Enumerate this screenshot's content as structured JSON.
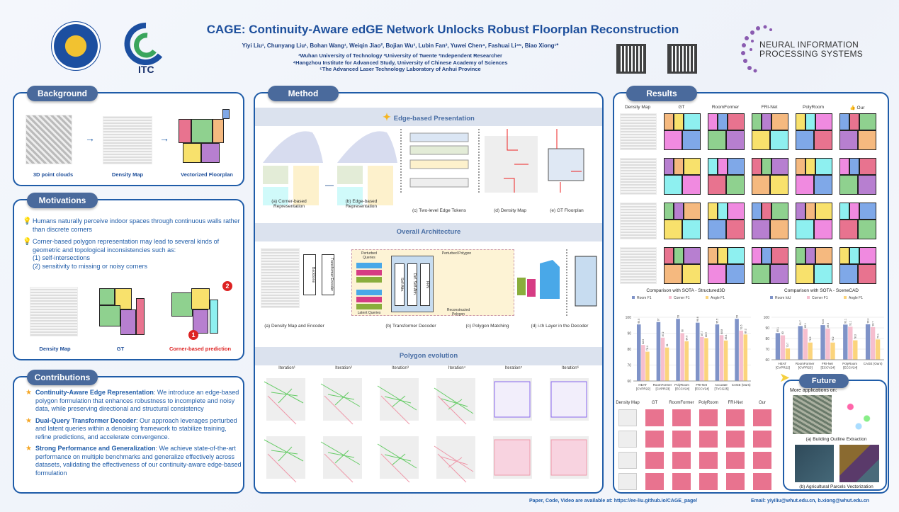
{
  "header": {
    "title": "CAGE: Continuity-Aware edGE Network Unlocks Robust Floorplan Reconstruction",
    "authors": "Yiyi Liu¹, Chunyang Liu¹, Bohan Wang¹, Weiqin Jiao², Bojian Wu³, Lubin Fan³, Yuwei Chen⁴, Fashuai Li⁴⁵, Biao Xiong¹*",
    "affiliations": [
      "¹Wuhan University of Technology  ²University of Twente  ³Independent Researcher",
      "⁴Hangzhou Institute for Advanced Study, University of Chinese Academy of Sciences",
      "⁵The Advanced Laser Technology Laboratory of Anhui Province"
    ],
    "itc_logo": "ITC",
    "neurips_logo": [
      "NEURAL INFORMATION",
      "PROCESSING SYSTEMS"
    ]
  },
  "background": {
    "title": "Background",
    "captions": [
      "3D point clouds",
      "Density Map",
      "Vectorized Floorplan"
    ]
  },
  "motivations": {
    "title": "Motivations",
    "bullets": [
      "Humans naturally perceive indoor spaces through continuous walls rather than discrete corners",
      "Corner-based polygon representation may lead to several kinds of geometric and topological inconsistencies such as:"
    ],
    "sub_items": [
      "(1) self-intersections",
      "(2) sensitivity to missing or noisy corners"
    ],
    "captions": [
      "Density Map",
      "GT",
      "Corner-based prediction"
    ],
    "badges": [
      "1",
      "2"
    ]
  },
  "contributions": {
    "title": "Contributions",
    "items": [
      {
        "head": "Continuity-Aware Edge Representation",
        "text": ": We introduce an edge-based polygon formulation that enhances robustness to incomplete and noisy data, while preserving directional and structural consistency"
      },
      {
        "head": "Dual-Query Transformer Decoder",
        "text": ": Our approach leverages perturbed and latent queries within a denoising framework to stabilize training, refine predictions, and accelerate convergence."
      },
      {
        "head": "Strong Performance and Generalization",
        "text": ": We achieve state-of-the-art performance on multiple benchmarks and generalize effectively across datasets, validating the effectiveness of our continuity-aware edge-based formulation"
      }
    ]
  },
  "method": {
    "title": "Method",
    "edge_section": "Edge-based Presentation",
    "edge_captions": [
      "(a) Corner-based Representation",
      "(b) Edge-based Representation",
      "(c) Two-level Edge Tokens",
      "(d) Density Map",
      "(e) GT Floorplan"
    ],
    "arch_section": "Overall Architecture",
    "arch_captions": [
      "(a) Density Map and Encoder",
      "(b) Transformer Decoder",
      "(c) Polygon Matching",
      "(d) i-th Layer in the Decoder"
    ],
    "arch_labels": {
      "backbone": "Backbone",
      "encoder": "Transformer Encoder",
      "perturbed": "Perturbed Queries",
      "latent": "Latent Queries",
      "self_attn": "Self-Attn.",
      "def_attn": "Def. Self-Attn.",
      "ffn": "FFN",
      "perturbed_poly": "Perturbed Polygon",
      "recon_poly": "Reconstructed Polygon"
    },
    "evo_section": "Polygon evolution",
    "iterations": [
      "Iteration¹",
      "Iteration²",
      "Iteration³",
      "Iteration⁴",
      "Iteration⁵",
      "Iteration⁶"
    ]
  },
  "results": {
    "title": "Results",
    "columns": [
      "Density Map",
      "GT",
      "RoomFormer",
      "FRI-Net",
      "PolyRoom",
      "Our"
    ],
    "columns2": [
      "Density Map",
      "GT",
      "RoomFormer",
      "PolyRoom",
      "FRI-Net",
      "Our"
    ]
  },
  "future": {
    "title": "Future",
    "intro": "More applications on:",
    "captions": [
      "(a) Building Outline Extraction",
      "(b) Agricultural Parcels Vectorization"
    ]
  },
  "footer": {
    "links": "Paper, Code, Video are available at: https://ee-liu.github.io/CAGE_page/",
    "email": "Email: yiyiliu@whut.edu.cn, b.xiong@whut.edu.cn"
  },
  "colors": {
    "room": "#7f93c8",
    "corner": "#f6bfcf",
    "angle": "#fbd47c",
    "accent": "#1f5ca8"
  },
  "chart_data": [
    {
      "type": "bar",
      "title": "Comparison with SOTA - Structured3D",
      "categories": [
        "HEAT [CVPR22]",
        "RoomFormer [CVPR23]",
        "PolyRoom [ECCV24]",
        "FRI-Net [ECCV24]",
        "Accurate [TVCG25]",
        "CAGE (Ours)"
      ],
      "series": [
        {
          "name": "Room F1",
          "values": [
            95.5,
            97.0,
            99.0,
            96.6,
            95.5,
            99.0
          ]
        },
        {
          "name": "Corner F1",
          "values": [
            82.6,
            87.2,
            90.0,
            87.7,
            88.8,
            91.6
          ]
        },
        {
          "name": "Angle F1",
          "values": [
            78.4,
            81.0,
            84.9,
            86.9,
            85.4,
            89.2
          ]
        }
      ],
      "ylim": [
        60,
        100
      ],
      "yticks": [
        60,
        70,
        80,
        90,
        100
      ],
      "legend": "top"
    },
    {
      "type": "bar",
      "title": "Comparison with SOTA - SceneCAD",
      "categories": [
        "HEAT [CVPR22]",
        "RoomFormer [CVPR23]",
        "FRI-Net [ECCV24]",
        "PolyRoom [ECCV24]",
        "CAGE (Ours)"
      ],
      "series": [
        {
          "name": "Room IoU",
          "values": [
            85.1,
            91.7,
            92.6,
            93.1,
            93.4
          ]
        },
        {
          "name": "Corner F1",
          "values": [
            83.0,
            89.1,
            89.3,
            91.1,
            90.7
          ]
        },
        {
          "name": "Angle F1",
          "values": [
            70.7,
            76.2,
            76.2,
            78.3,
            79.1
          ]
        }
      ],
      "ylim": [
        60,
        100
      ],
      "yticks": [
        60,
        70,
        80,
        90,
        100
      ],
      "legend": "top"
    }
  ]
}
